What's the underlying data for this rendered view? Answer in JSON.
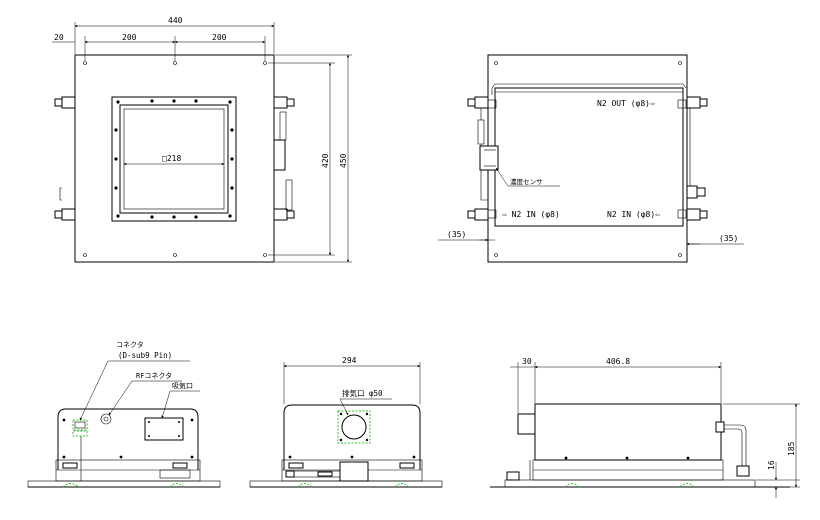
{
  "dimensions": {
    "width_total": "440",
    "edge_offset": "20",
    "pitch_left": "200",
    "pitch_right": "200",
    "hole_pitch_v": "420",
    "height_total": "450",
    "window": "□218",
    "offset_left": "(35)",
    "offset_right": "(35)",
    "depth": "294",
    "side_offset": "30",
    "side_length": "406.8",
    "base_thickness": "16",
    "total_height": "185"
  },
  "labels": {
    "n2_out": "N2 OUT (φ8)⇨",
    "n2_in_left": "⇨ N2 IN (φ8)",
    "n2_in_right": "N2 IN (φ8)⇦",
    "sensor": "濃度センサ",
    "connector": "コネクタ",
    "connector_type": "(D-sub9 Pin)",
    "rf_connector": "RFコネクタ",
    "intake": "吸気口",
    "exhaust": "排気口 φ50"
  }
}
